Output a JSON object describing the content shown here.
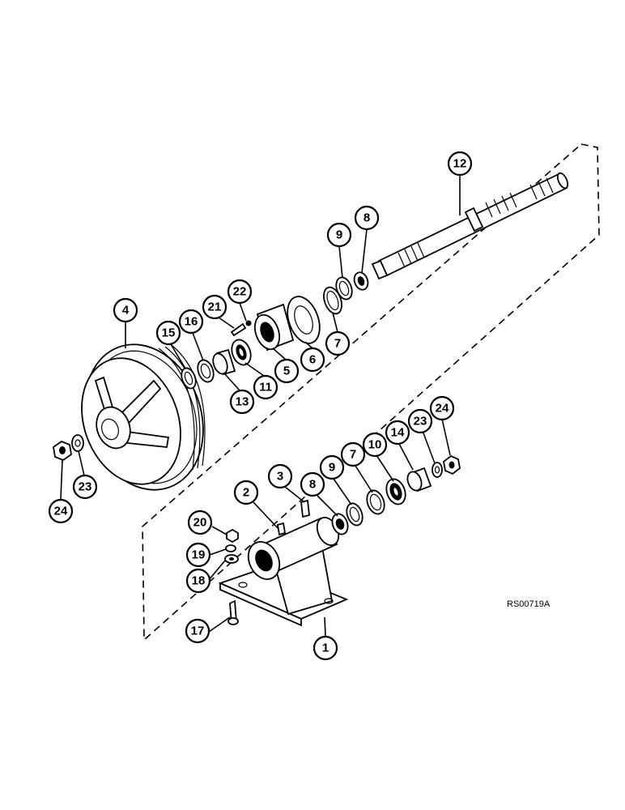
{
  "reference_code": "RS00719A",
  "callouts": {
    "c1": "1",
    "c2": "2",
    "c3": "3",
    "c4": "4",
    "c5": "5",
    "c6": "6",
    "c7a": "7",
    "c7b": "7",
    "c8a": "8",
    "c8b": "8",
    "c9a": "9",
    "c9b": "9",
    "c10": "10",
    "c11": "11",
    "c12": "12",
    "c13": "13",
    "c14": "14",
    "c15": "15",
    "c16": "16",
    "c17": "17",
    "c18": "18",
    "c19": "19",
    "c20": "20",
    "c21": "21",
    "c22": "22",
    "c23a": "23",
    "c23b": "23",
    "c24a": "24",
    "c24b": "24"
  }
}
